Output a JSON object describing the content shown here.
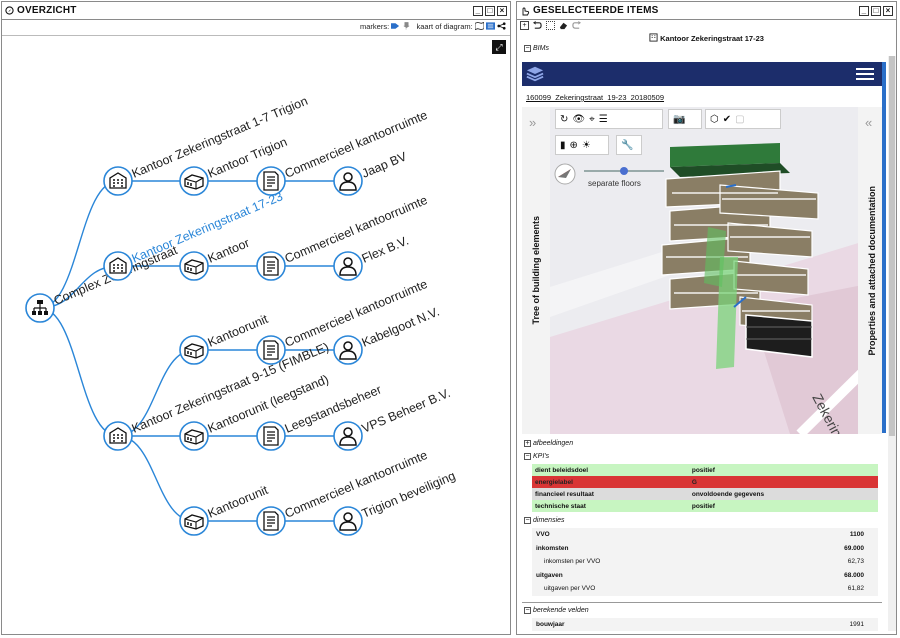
{
  "left_panel": {
    "title": "OVERZICHT",
    "toolbar": {
      "markers_label": "markers:",
      "kaart_label": "kaart of diagram:"
    },
    "nodes": [
      {
        "id": "complex",
        "label": "Complex Zekeringstraat",
        "icon": "org-chart-icon",
        "selected": false
      },
      {
        "id": "kantoor-1-7",
        "label": "Kantoor Zekeringstraat 1-7 Trigion",
        "icon": "building-icon",
        "selected": false
      },
      {
        "id": "kantoor-17-23",
        "label": "Kantoor Zekeringstraat 17-23",
        "icon": "building-icon",
        "selected": true
      },
      {
        "id": "kantoor-9-15",
        "label": "Kantoor Zekeringstraat 9-15 (FIMBLE)",
        "icon": "building-icon",
        "selected": false
      },
      {
        "id": "unit-trigion",
        "label": "Kantoor Trigion",
        "icon": "unit-icon"
      },
      {
        "id": "unit-kantoor",
        "label": "Kantoor",
        "icon": "unit-icon"
      },
      {
        "id": "unit-kantoorunit-1",
        "label": "Kantoorunit",
        "icon": "unit-icon"
      },
      {
        "id": "unit-leegstand",
        "label": "Kantoorunit (leegstand)",
        "icon": "unit-icon"
      },
      {
        "id": "unit-kantoorunit-2",
        "label": "Kantoorunit",
        "icon": "unit-icon"
      },
      {
        "id": "contract-1",
        "label": "Commercieel kantoorruimte",
        "icon": "contract-icon"
      },
      {
        "id": "contract-2",
        "label": "Commercieel kantoorruimte",
        "icon": "contract-icon"
      },
      {
        "id": "contract-3",
        "label": "Commercieel kantoorruimte",
        "icon": "contract-icon"
      },
      {
        "id": "contract-4",
        "label": "Leegstandsbeheer",
        "icon": "contract-icon"
      },
      {
        "id": "contract-5",
        "label": "Commercieel kantoorruimte",
        "icon": "contract-icon"
      },
      {
        "id": "person-1",
        "label": "Jaap BV",
        "icon": "person-icon"
      },
      {
        "id": "person-2",
        "label": "Flex B.V.",
        "icon": "person-icon"
      },
      {
        "id": "person-3",
        "label": "Kabelgoot N.V.",
        "icon": "person-icon"
      },
      {
        "id": "person-4",
        "label": "VPS Beheer B.V.",
        "icon": "person-icon"
      },
      {
        "id": "person-5",
        "label": "Trigion beveiliging",
        "icon": "person-icon"
      }
    ],
    "edges": [
      [
        "complex",
        "kantoor-1-7"
      ],
      [
        "complex",
        "kantoor-17-23"
      ],
      [
        "complex",
        "kantoor-9-15"
      ],
      [
        "kantoor-1-7",
        "unit-trigion"
      ],
      [
        "kantoor-17-23",
        "unit-kantoor"
      ],
      [
        "kantoor-9-15",
        "unit-kantoorunit-1"
      ],
      [
        "kantoor-9-15",
        "unit-leegstand"
      ],
      [
        "kantoor-9-15",
        "unit-kantoorunit-2"
      ],
      [
        "unit-trigion",
        "contract-1"
      ],
      [
        "unit-kantoor",
        "contract-2"
      ],
      [
        "unit-kantoorunit-1",
        "contract-3"
      ],
      [
        "unit-leegstand",
        "contract-4"
      ],
      [
        "unit-kantoorunit-2",
        "contract-5"
      ],
      [
        "contract-1",
        "person-1"
      ],
      [
        "contract-2",
        "person-2"
      ],
      [
        "contract-3",
        "person-3"
      ],
      [
        "contract-4",
        "person-4"
      ],
      [
        "contract-5",
        "person-5"
      ]
    ],
    "colors": {
      "edge": "#2a86d8",
      "node_stroke": "#2a86d8",
      "selected_text": "#2a86d8"
    }
  },
  "right_panel": {
    "title": "GESELECTEERDE ITEMS",
    "item_title": "Kantoor Zekeringstraat 17-23",
    "sections": {
      "bims": "BIMs",
      "afbeeldingen": "afbeeldingen",
      "kpis": "KPI's",
      "dimensies": "dimensies",
      "berekende": "berekende velden"
    },
    "bim": {
      "model_name": "160099_Zekeringstraat_19-23_20180509",
      "left_sidebar_label": "Tree of building elements",
      "right_sidebar_label": "Properties and attached documentation",
      "slider_label": "separate floors",
      "street_label": "Zekering",
      "colors": {
        "header": "#1c2d6b",
        "accent": "#2a6fc9"
      }
    },
    "kpis": [
      {
        "label": "dient beleidsdoel",
        "value": "positief",
        "status": "green"
      },
      {
        "label": "energielabel",
        "value": "G",
        "status": "red"
      },
      {
        "label": "financieel resultaat",
        "value": "onvoldoende gegevens",
        "status": "grey"
      },
      {
        "label": "technische staat",
        "value": "positief",
        "status": "green"
      }
    ],
    "dimensies": [
      {
        "label": "VVO",
        "value": "1100",
        "bold": true,
        "indent": false
      },
      {
        "label": "inkomsten",
        "value": "69.000",
        "bold": true,
        "indent": false
      },
      {
        "label": "inkomsten per VVO",
        "value": "62,73",
        "bold": false,
        "indent": true
      },
      {
        "label": "uitgaven",
        "value": "68.000",
        "bold": true,
        "indent": false
      },
      {
        "label": "uitgaven per VVO",
        "value": "61,82",
        "bold": false,
        "indent": true
      }
    ],
    "berekende": [
      {
        "label": "bouwjaar",
        "value": "1991"
      }
    ],
    "status_colors": {
      "green": "#c7f5c1",
      "red": "#d93535",
      "grey": "#dcdcdc"
    }
  }
}
